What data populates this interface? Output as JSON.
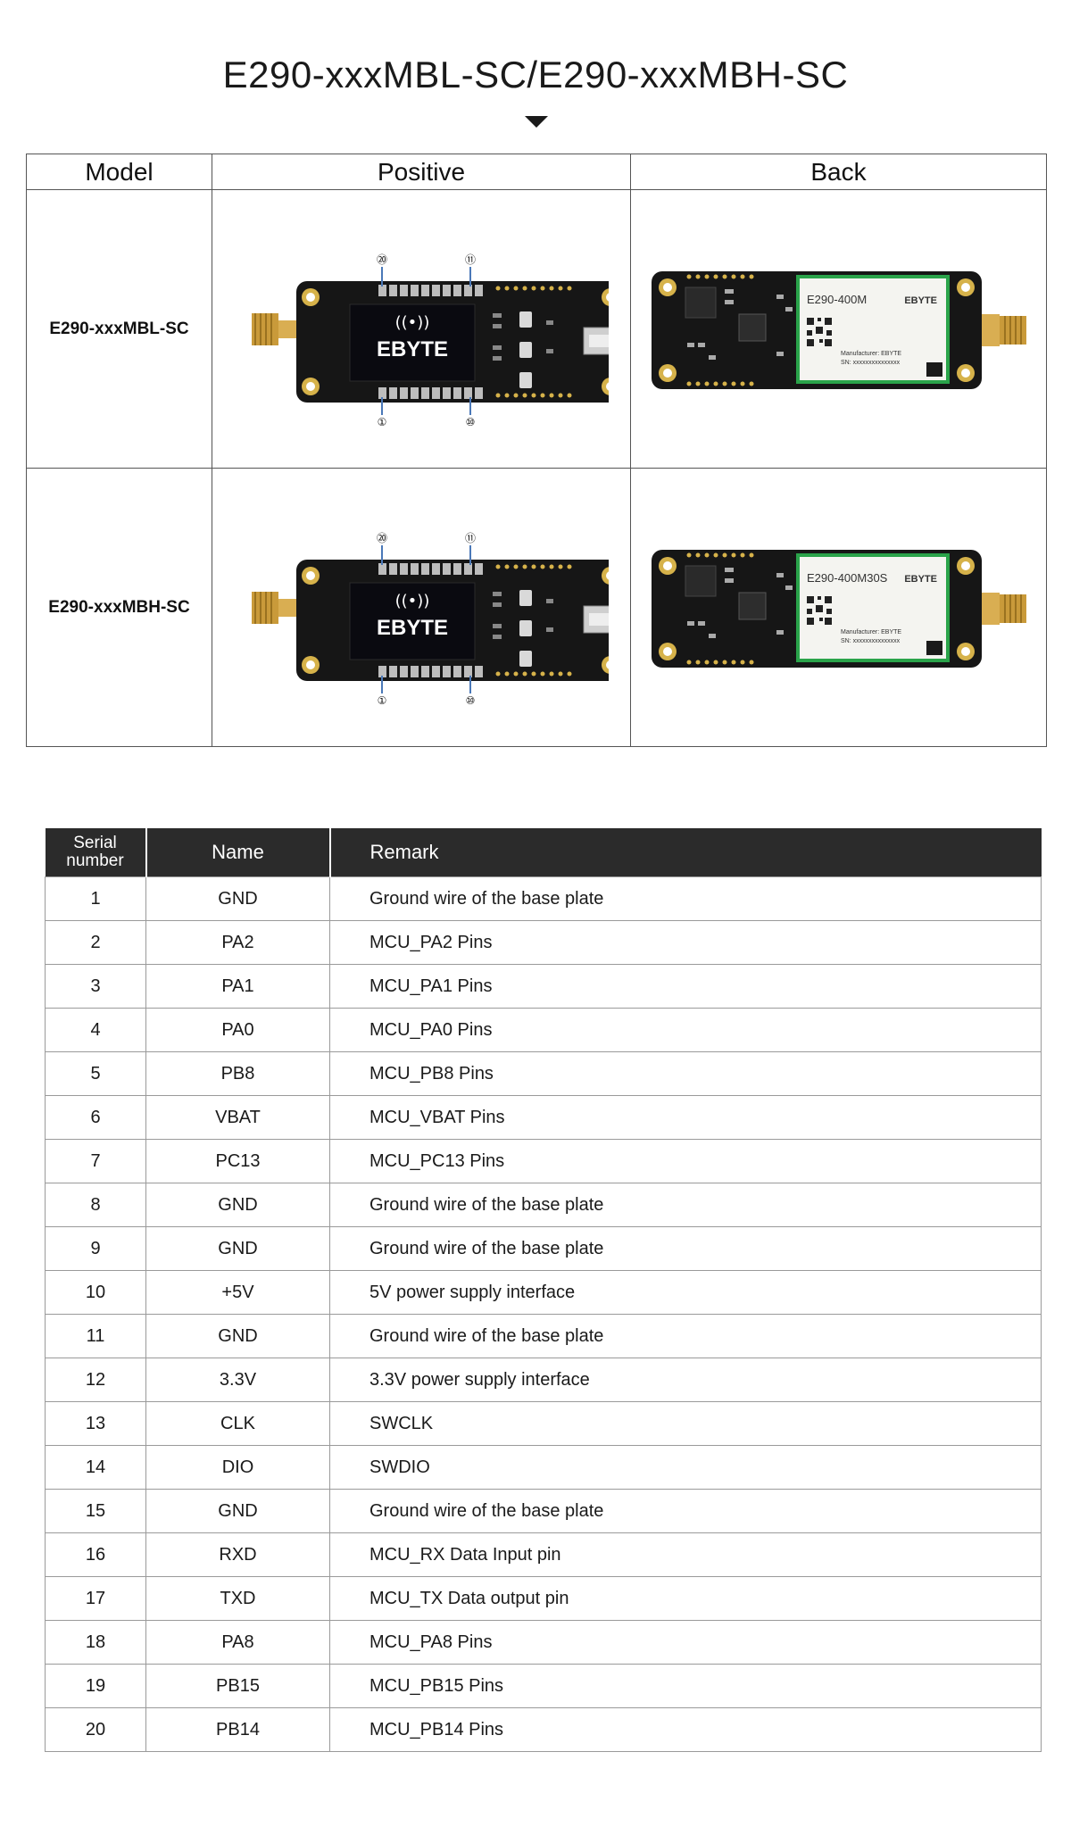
{
  "page_title": "E290-xxxMBL-SC/E290-xxxMBH-SC",
  "models_table": {
    "headers": [
      "Model",
      "Positive",
      "Back"
    ],
    "rows": [
      {
        "model": "E290-xxxMBL-SC",
        "front": {
          "logo": "EBYTE",
          "pin_top_left": "⑳",
          "pin_top_right": "⑪",
          "pin_bottom_left": "①",
          "pin_bottom_right": "⑩"
        },
        "back": {
          "module_label": "E290-400M",
          "brand": "EBYTE",
          "manufacturer": "Manufacturer: EBYTE",
          "sn": "SN: xxxxxxxxxxxxxxx"
        }
      },
      {
        "model": "E290-xxxMBH-SC",
        "front": {
          "logo": "EBYTE",
          "pin_top_left": "⑳",
          "pin_top_right": "⑪",
          "pin_bottom_left": "①",
          "pin_bottom_right": "⑩"
        },
        "back": {
          "module_label": "E290-400M30S",
          "brand": "EBYTE",
          "manufacturer": "Manufacturer: EBYTE",
          "sn": "SN: xxxxxxxxxxxxxxx"
        }
      }
    ]
  },
  "pin_table": {
    "headers": {
      "serial_line1": "Serial",
      "serial_line2": "number",
      "name": "Name",
      "remark": "Remark"
    },
    "rows": [
      {
        "no": "1",
        "name": "GND",
        "remark": "Ground wire of the base plate"
      },
      {
        "no": "2",
        "name": "PA2",
        "remark": "MCU_PA2 Pins"
      },
      {
        "no": "3",
        "name": "PA1",
        "remark": "MCU_PA1 Pins"
      },
      {
        "no": "4",
        "name": "PA0",
        "remark": "MCU_PA0 Pins"
      },
      {
        "no": "5",
        "name": "PB8",
        "remark": "MCU_PB8 Pins"
      },
      {
        "no": "6",
        "name": "VBAT",
        "remark": "MCU_VBAT Pins"
      },
      {
        "no": "7",
        "name": "PC13",
        "remark": "MCU_PC13 Pins"
      },
      {
        "no": "8",
        "name": "GND",
        "remark": "Ground wire of the base plate"
      },
      {
        "no": "9",
        "name": "GND",
        "remark": "Ground wire of the base plate"
      },
      {
        "no": "10",
        "name": "+5V",
        "remark": "5V power supply interface"
      },
      {
        "no": "11",
        "name": "GND",
        "remark": "Ground wire of the base plate"
      },
      {
        "no": "12",
        "name": "3.3V",
        "remark": "3.3V power supply interface"
      },
      {
        "no": "13",
        "name": "CLK",
        "remark": "SWCLK"
      },
      {
        "no": "14",
        "name": "DIO",
        "remark": "SWDIO"
      },
      {
        "no": "15",
        "name": "GND",
        "remark": "Ground wire of the base plate"
      },
      {
        "no": "16",
        "name": "RXD",
        "remark": "MCU_RX Data Input pin"
      },
      {
        "no": "17",
        "name": "TXD",
        "remark": "MCU_TX Data output pin"
      },
      {
        "no": "18",
        "name": "PA8",
        "remark": "MCU_PA8 Pins"
      },
      {
        "no": "19",
        "name": "PB15",
        "remark": "MCU_PB15 Pins"
      },
      {
        "no": "20",
        "name": "PB14",
        "remark": "MCU_PB14 Pins"
      }
    ]
  }
}
